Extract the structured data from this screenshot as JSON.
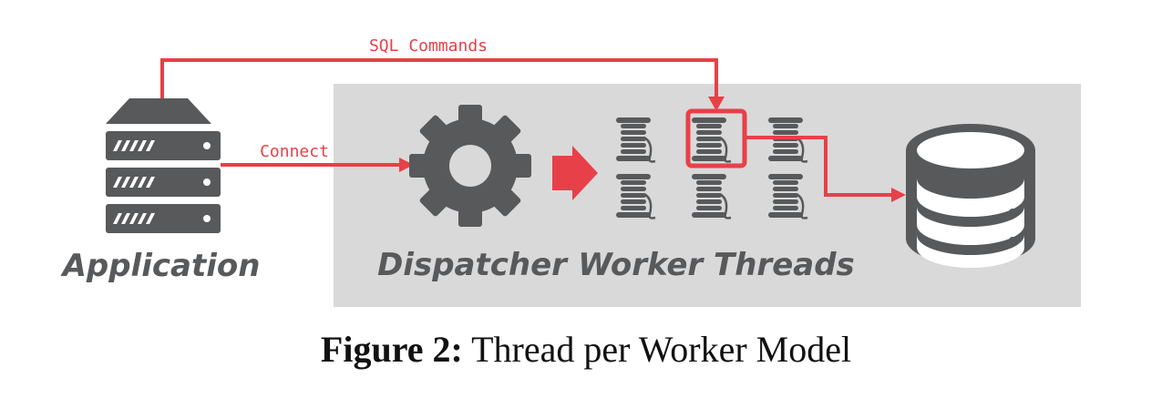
{
  "diagram": {
    "labels": {
      "sql_commands": "SQL Commands",
      "connect": "Connect",
      "application": "Application",
      "dispatcher": "Dispatcher",
      "worker_threads": "Worker Threads"
    },
    "colors": {
      "accent": "#e84048",
      "panel": "#d9d9d9",
      "icon": "#58595b"
    },
    "icons": {
      "application": "server-icon",
      "dispatcher": "gear-icon",
      "worker": "thread-spool-icon",
      "database": "database-icon"
    }
  },
  "caption": {
    "label": "Figure 2:",
    "text": "Thread per Worker Model"
  }
}
